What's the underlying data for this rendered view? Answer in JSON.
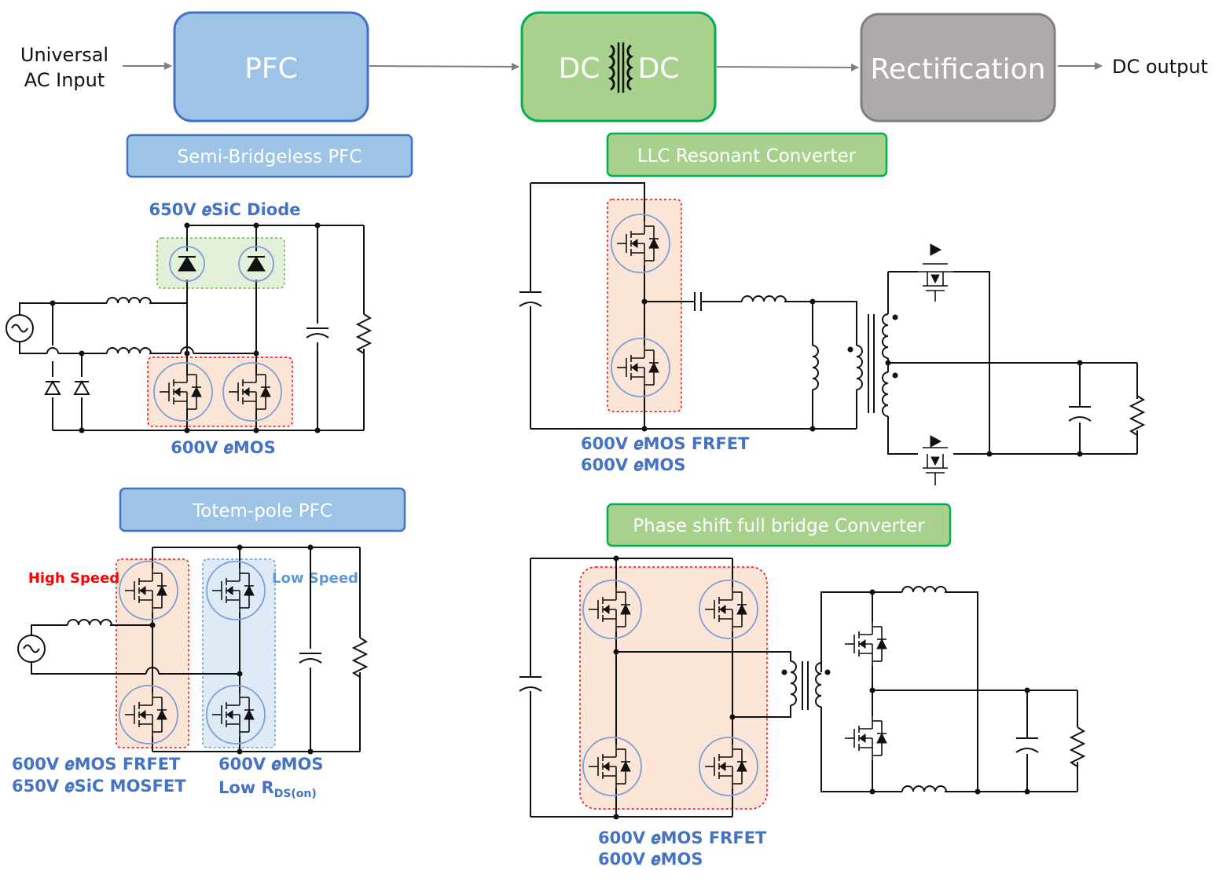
{
  "flow": {
    "input_line1": "Universal",
    "input_line2": "AC Input",
    "pfc": "PFC",
    "dc_left": "DC",
    "dc_right": "DC",
    "rect": "Rectification",
    "output": "DC output"
  },
  "semi": {
    "title": "Semi-Bridgeless PFC",
    "diode_label": "650V 𝒆SiC Diode",
    "mos_label": "600V 𝒆MOS"
  },
  "llc": {
    "title": "LLC Resonant Converter",
    "label1": "600V 𝒆MOS FRFET",
    "label2": "600V 𝒆MOS"
  },
  "totem": {
    "title": "Totem-pole PFC",
    "high_speed": "High Speed",
    "low_speed": "Low Speed",
    "label_left1": "600V 𝒆MOS FRFET",
    "label_left2": "650V 𝒆SiC MOSFET",
    "label_right1": "600V 𝒆MOS",
    "label_right2": "Low R",
    "label_right2_sub": "DS(on)"
  },
  "psfb": {
    "title": "Phase shift full bridge Converter",
    "label1": "600V 𝒆MOS FRFET",
    "label2": "600V 𝒆MOS"
  },
  "colors": {
    "pfc_fill": "#9dc3e6",
    "pfc_stroke": "#4472c4",
    "dcdc_fill": "#a9d18e",
    "dcdc_stroke": "#00b050",
    "rect_fill": "#aeaaaa",
    "rect_stroke": "#7f7f7f",
    "label_blue": "#4472c4",
    "high_speed_red": "#ff0000",
    "low_speed_blue": "#5b9bd5",
    "highlight_red_fill": "#fbe5d6",
    "highlight_blue_fill": "#deebf7",
    "highlight_green_fill": "#e2f0d9"
  }
}
